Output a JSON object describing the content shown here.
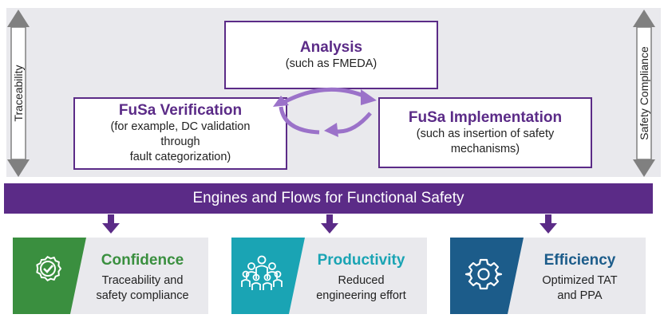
{
  "side": {
    "left_label": "Traceability",
    "right_label": "Safety Compliance"
  },
  "analysis": {
    "title": "Analysis",
    "lines": [
      "(such as FMEDA)"
    ]
  },
  "verification": {
    "title": "FuSa Verification",
    "lines": [
      "(for example, DC validation",
      "through",
      "fault categorization)"
    ]
  },
  "implementation": {
    "title": "FuSa Implementation",
    "lines": [
      "(such as insertion of safety",
      "mechanisms)"
    ]
  },
  "banner": {
    "label": "Engines and Flows for Functional Safety"
  },
  "cards": [
    {
      "title": "Confidence",
      "lines": [
        "Traceability and",
        "safety compliance"
      ],
      "icon": "check-badge-icon",
      "color": "#3a8f3f"
    },
    {
      "title": "Productivity",
      "lines": [
        "Reduced",
        "engineering effort"
      ],
      "icon": "people-group-icon",
      "color": "#1aa4b4"
    },
    {
      "title": "Efficiency",
      "lines": [
        "Optimized TAT",
        "and PPA"
      ],
      "icon": "gear-icon",
      "color": "#1c5c8a"
    }
  ],
  "colors": {
    "purple": "#5b2b87",
    "light_purple": "#9b72c9",
    "panel_gray": "#e9e9ed",
    "arrow_gray": "#808080"
  }
}
